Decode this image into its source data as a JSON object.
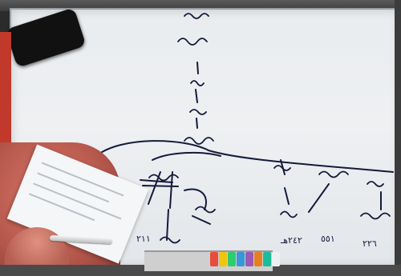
{
  "whiteboard": {
    "chain_labels": [
      "",
      "",
      "",
      "",
      "",
      "",
      ""
    ],
    "tree_labels": {
      "left_child_a": "",
      "left_child_b": "",
      "left_child_c": "",
      "middle_a": "",
      "middle_b": "",
      "middle_c": "",
      "right_a": "",
      "right_b": ""
    },
    "years": [
      "٢١١",
      "٢٤٢هـ",
      "٥٥١",
      "٢٢٦"
    ]
  },
  "marker_colors": [
    "#e74c3c",
    "#f1c40f",
    "#2ecc71",
    "#3498db",
    "#9b59b6",
    "#e67e22",
    "#1abc9c",
    "#ecf0f1"
  ]
}
